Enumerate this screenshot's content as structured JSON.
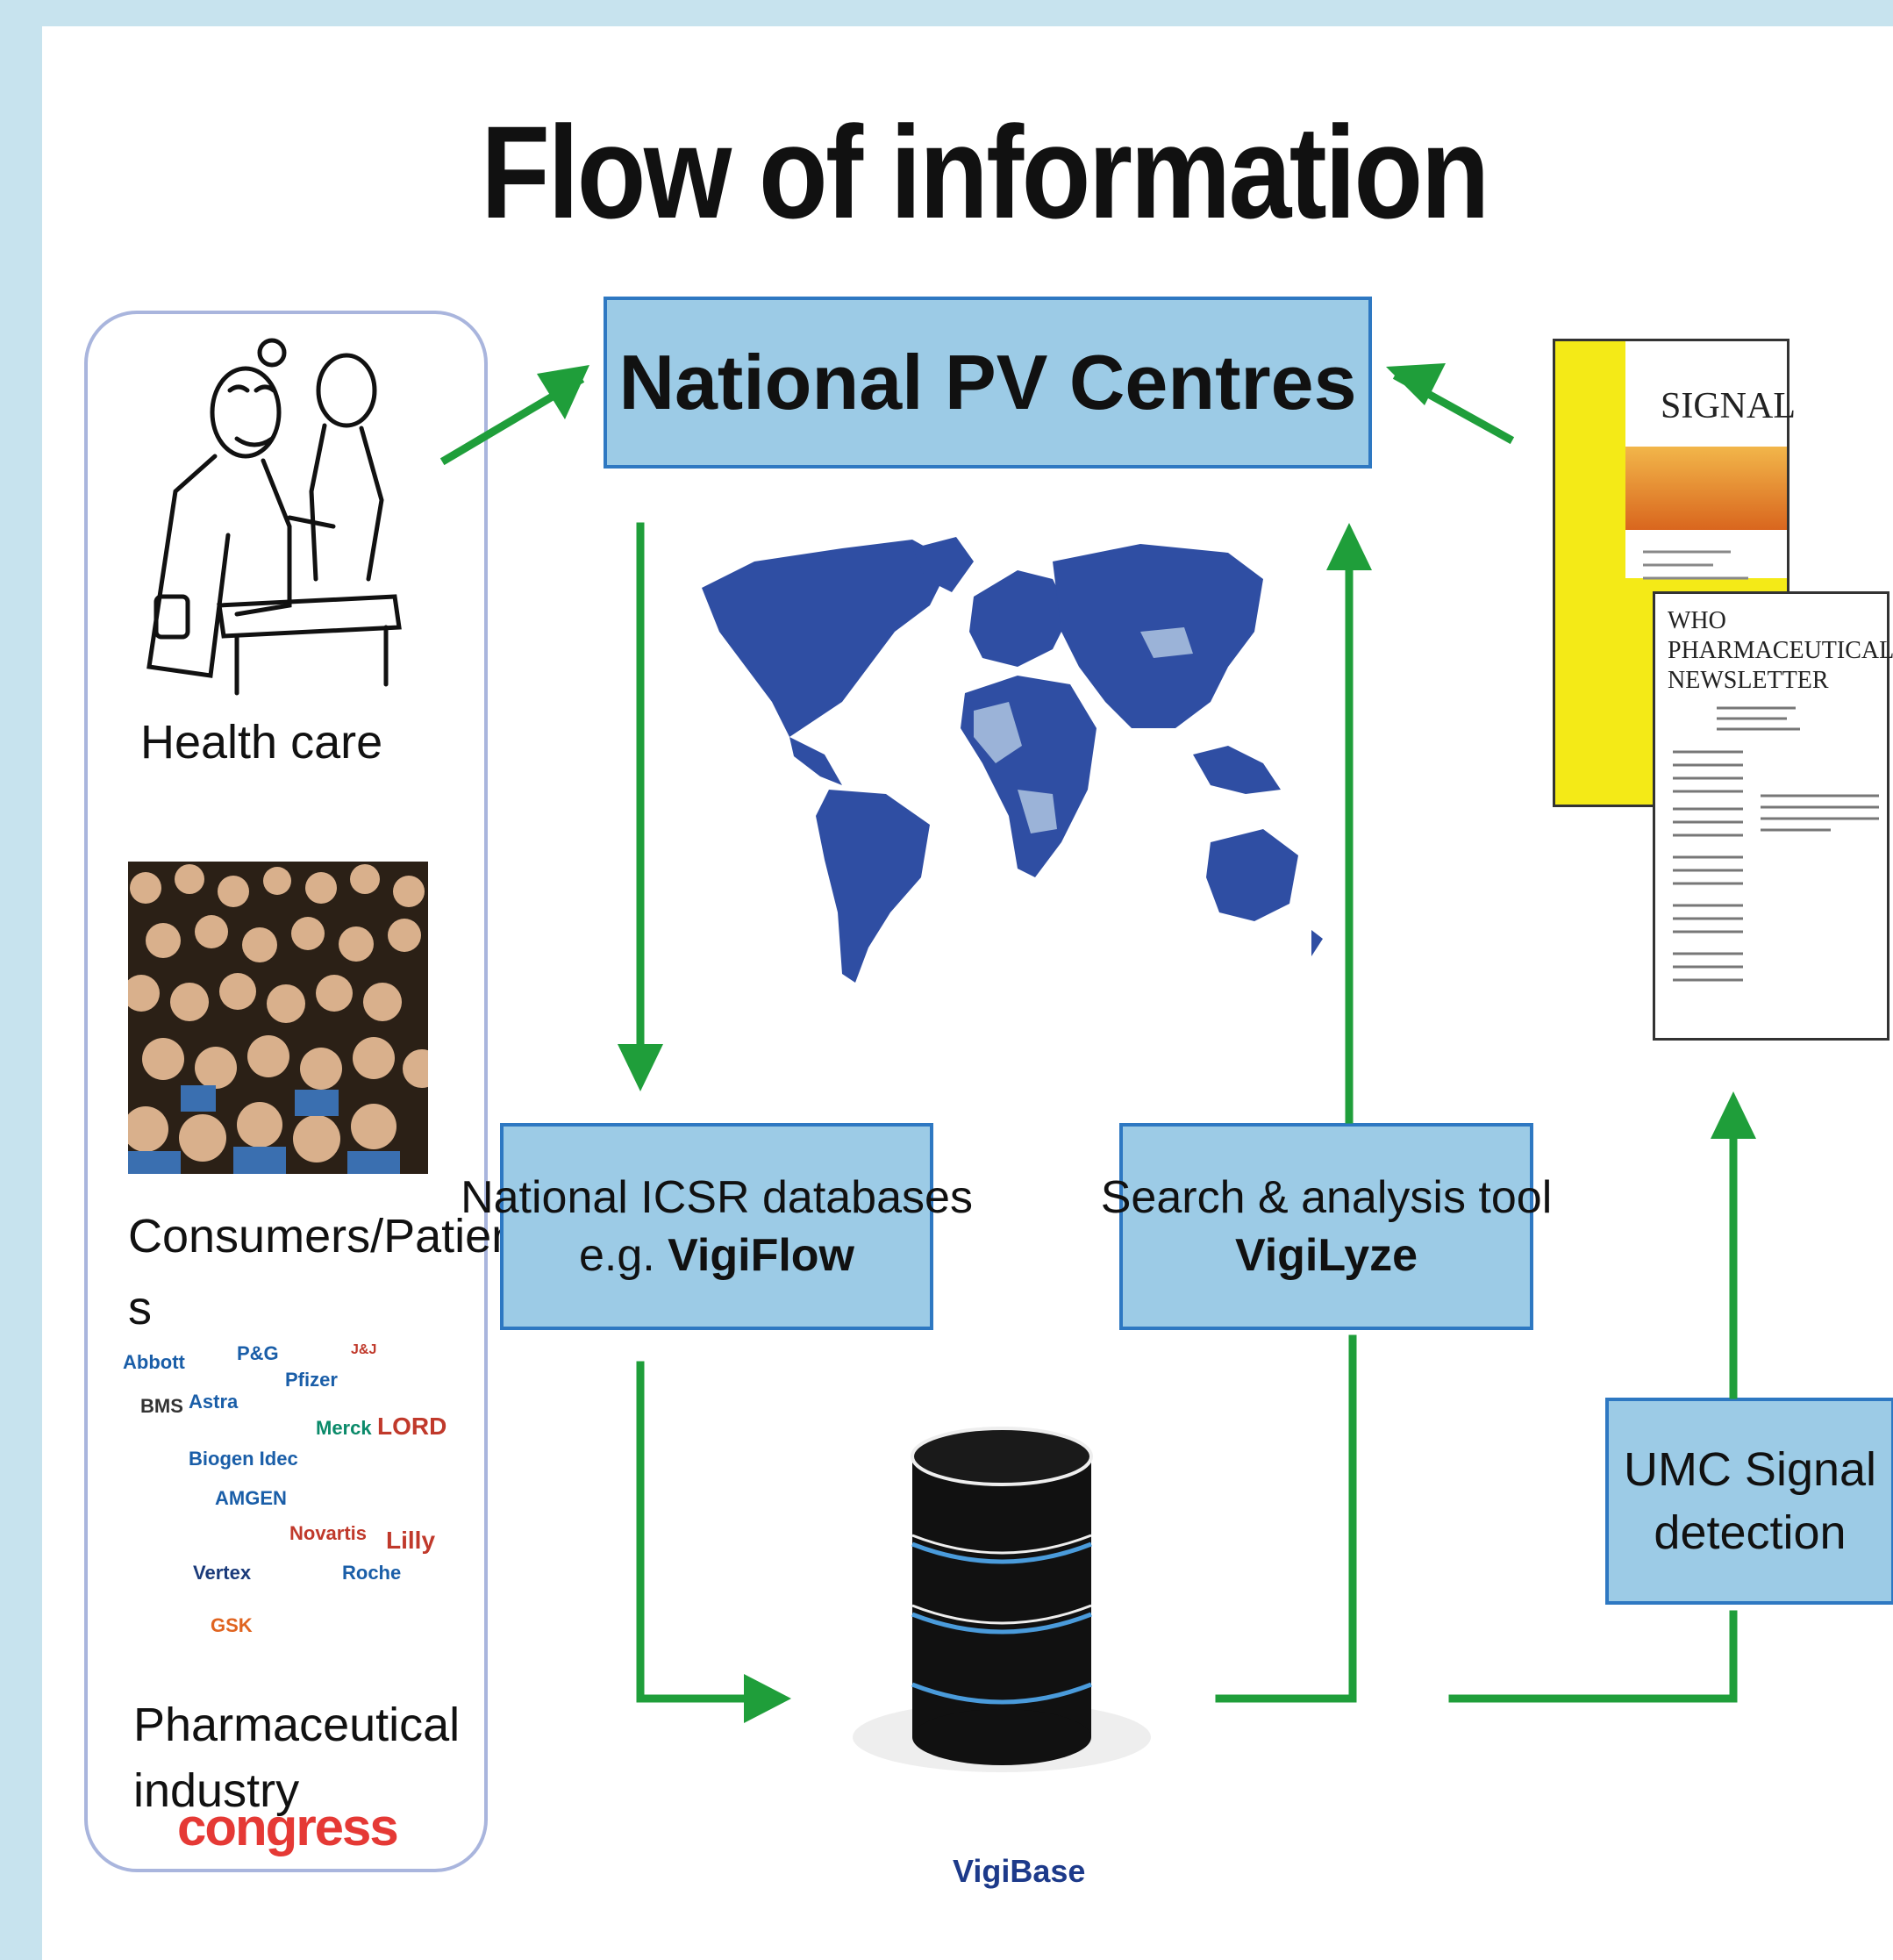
{
  "title": "Flow of information",
  "boxes": {
    "national_pv": "National PV Centres",
    "icsr_line1": "National ICSR databases",
    "icsr_line2_prefix": "e.g. ",
    "icsr_line2_bold": "VigiFlow",
    "search_line1": "Search & analysis tool",
    "search_line2_bold": "VigiLyze",
    "umc_line1": "UMC Signal",
    "umc_line2": "detection"
  },
  "sources": {
    "health_care": "Health care",
    "consumers_line1": "Consumers/Patient",
    "consumers_line2": "s",
    "pharma_line1": "Pharmaceutical",
    "pharma_line2": "industry",
    "congress": "congress"
  },
  "database_label": "VigiBase",
  "publications": {
    "signal": "SIGNAL",
    "who_line1": "WHO",
    "who_line2": "PHARMACEUTICALS",
    "who_line3": "NEWSLETTER"
  },
  "company_logos": [
    "Abbott",
    "P&G",
    "Pfizer",
    "BMS",
    "Astra",
    "Merck",
    "LORD",
    "Biogen Idec",
    "AMGEN",
    "Novartis",
    "Lilly",
    "Vertex",
    "Roche",
    "GSK",
    "J&J"
  ],
  "colors": {
    "arrow": "#1f9e3a",
    "box_fill": "#9ccbe6",
    "box_border": "#2e78c2",
    "map": "#2f4ea3",
    "map_light": "#9bb3d8",
    "background": "#c7e3ee"
  }
}
